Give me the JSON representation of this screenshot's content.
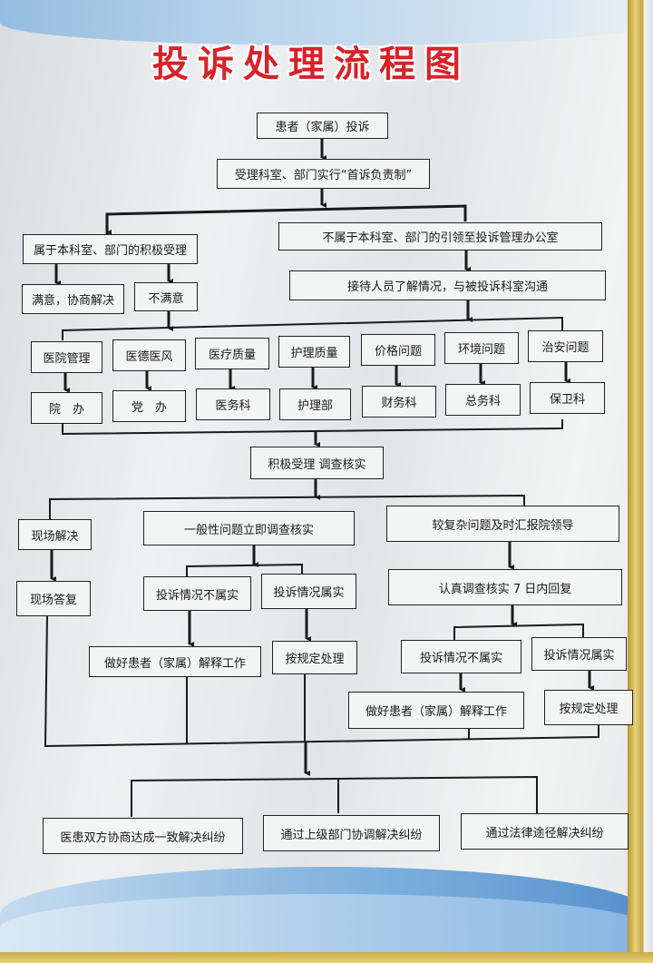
{
  "title": "投诉处理流程图",
  "flow": {
    "start": "患者（家属）投诉",
    "first_responsibility": "受理科室、部门实行“首诉负责制”",
    "own_dept": "属于本科室、部门的积极受理",
    "other_dept": "不属于本科室、部门的引领至投诉管理办公室",
    "satisfied": "满意，协商解决",
    "unsatisfied": "不满意",
    "reception": "接待人员了解情况，与被投诉科室沟通",
    "categories": [
      {
        "issue": "医院管理",
        "dept": "院　办"
      },
      {
        "issue": "医德医风",
        "dept": "党　办"
      },
      {
        "issue": "医疗质量",
        "dept": "医务科"
      },
      {
        "issue": "护理质量",
        "dept": "护理部"
      },
      {
        "issue": "价格问题",
        "dept": "财务科"
      },
      {
        "issue": "环境问题",
        "dept": "总务科"
      },
      {
        "issue": "治安问题",
        "dept": "保卫科"
      }
    ],
    "investigate": "积极受理  调查核实",
    "onsite_resolve": "现场解决",
    "onsite_reply": "现场答复",
    "general_issue": "一般性问题立即调查核实",
    "complex_issue": "较复杂问题及时汇报院领导",
    "seven_day": "认真调查核实 7 日内回复",
    "left_not_true": "投诉情况不属实",
    "left_true": "投诉情况属实",
    "left_explain": "做好患者（家属）解释工作",
    "left_handle": "按规定处理",
    "right_not_true": "投诉情况不属实",
    "right_true": "投诉情况属实",
    "right_explain": "做好患者（家属）解释工作",
    "right_handle": "按规定处理",
    "outcomes": [
      "医患双方协商达成一致解决纠纷",
      "通过上级部门协调解决纠纷",
      "通过法律途径解决纠纷"
    ]
  },
  "colors": {
    "title": "#d6232a",
    "line": "#1a1a1a",
    "frame": "#c9a949"
  }
}
